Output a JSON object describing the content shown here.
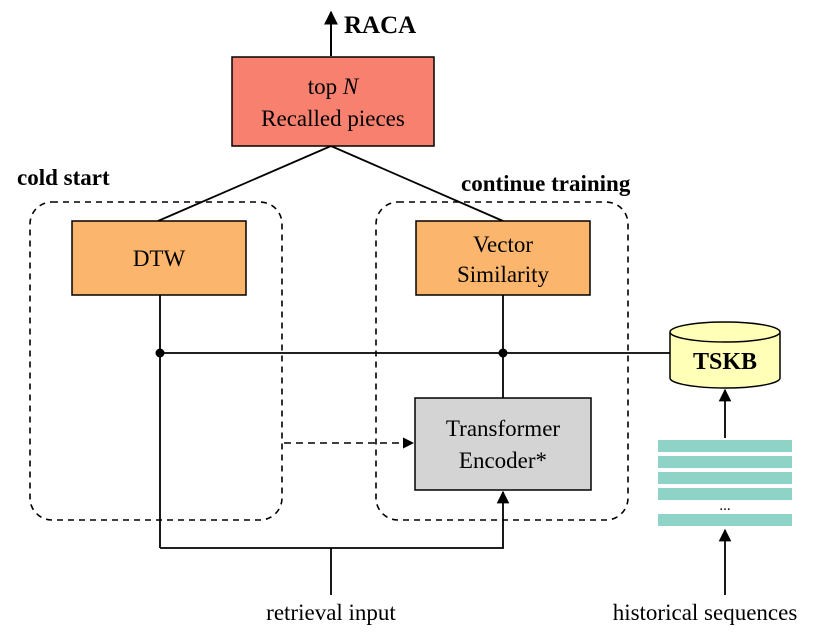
{
  "output": {
    "label": "RACA"
  },
  "top_box": {
    "line1_prefix": "top ",
    "line1_var": "N",
    "line2": "Recalled pieces",
    "color": "#f8806f"
  },
  "cold_start": {
    "title": "cold start",
    "method": "DTW",
    "color": "#fbb56c"
  },
  "continue_training": {
    "title": "continue training",
    "method_line1": "Vector",
    "method_line2": "Similarity",
    "color": "#fbb56c"
  },
  "encoder": {
    "line1": "Transformer",
    "line2": "Encoder*",
    "color": "#d4d4d4"
  },
  "tskb": {
    "label": "TSKB",
    "color": "#ffffb8"
  },
  "history_stack": {
    "ellipsis": "...",
    "color": "#8fd3c7"
  },
  "inputs": {
    "retrieval": "retrieval input",
    "historical": "historical sequences"
  }
}
